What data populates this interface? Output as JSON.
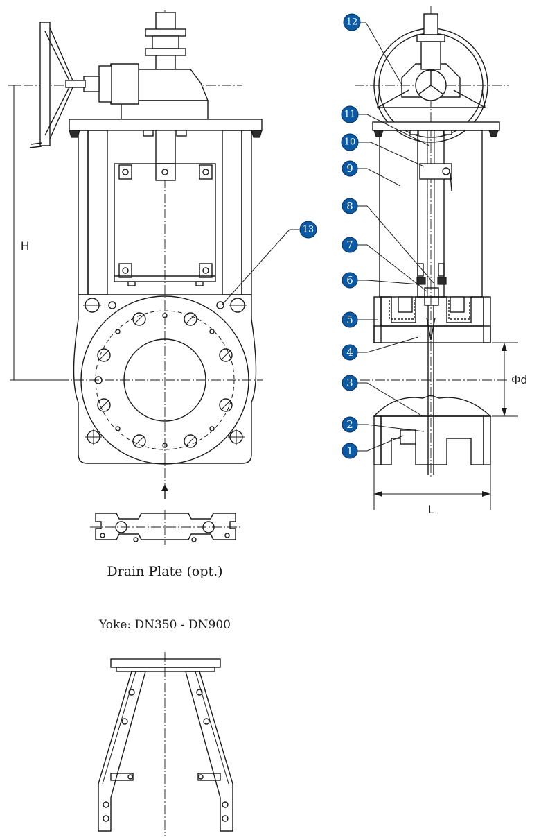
{
  "dimensions": {
    "height_label": "H",
    "length_label": "L",
    "diameter_label": "Φd"
  },
  "captions": {
    "drain_plate": "Drain Plate (opt.)",
    "yoke": "Yoke: DN350 - DN900"
  },
  "parts": [
    "1",
    "2",
    "3",
    "4",
    "5",
    "6",
    "7",
    "8",
    "9",
    "10",
    "11",
    "12",
    "13"
  ],
  "colors": {
    "bubble_fill": "#0b5aa6",
    "line": "#1a1a1a"
  }
}
